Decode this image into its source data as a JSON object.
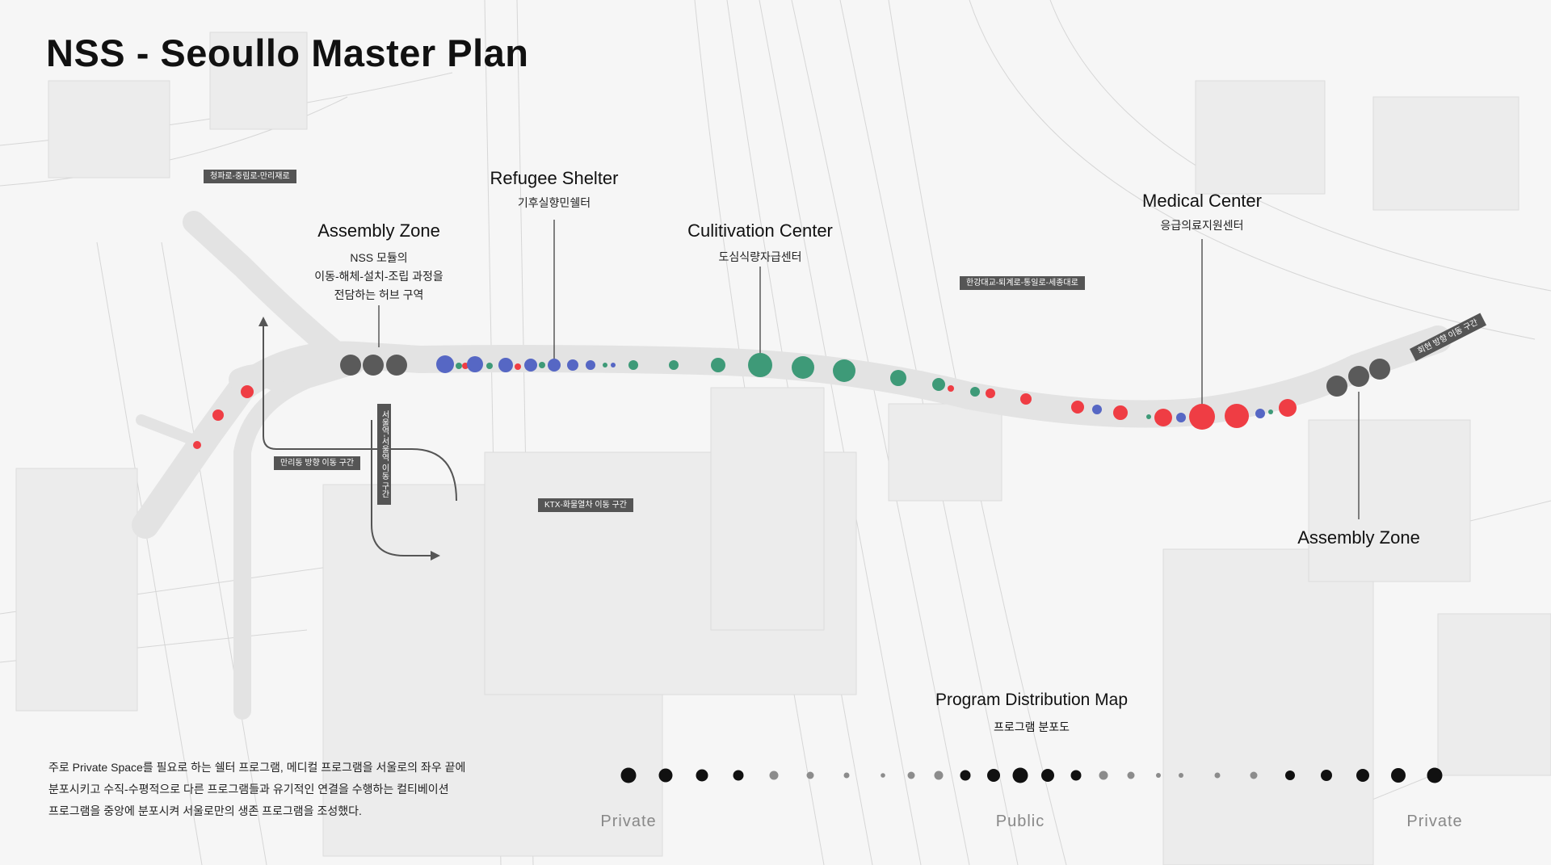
{
  "title": "NSS - Seoullo Master Plan",
  "callouts": [
    {
      "name": "assembly-zone-left",
      "en": "Assembly Zone",
      "ko": [
        "NSS 모듈의",
        "이동-해체-설치-조립 과정을",
        "전담하는 허브 구역"
      ]
    },
    {
      "name": "refugee-shelter",
      "en": "Refugee Shelter",
      "ko": [
        "기후실향민쉘터"
      ]
    },
    {
      "name": "cultivation-center",
      "en": "Culitivation Center",
      "ko": [
        "도심식량자급센터"
      ]
    },
    {
      "name": "medical-center",
      "en": "Medical Center",
      "ko": [
        "응급의료지원센터"
      ]
    },
    {
      "name": "assembly-zone-right",
      "en": "Assembly Zone",
      "ko": []
    }
  ],
  "road_tags": {
    "top_left": "청파로-중림로-만리재로",
    "mid_right": "한강대교-퇴계로-통일로-세종대로",
    "left_move": "만리동 방향 이동 구간",
    "seoul_station": "서울역-서울역 이동 구간",
    "ktx": "KTX-화물열차 이동 구간",
    "right_move": "회현 방향 이동 구간"
  },
  "description": [
    "주로 Private Space를 필요로 하는 쉘터 프로그램, 메디컬 프로그램을 서울로의 좌우 끝에",
    "분포시키고 수직-수평적으로 다른 프로그램들과 유기적인 연결을 수행하는 컬티베이션",
    "프로그램을 중앙에 분포시켜 서울로만의 생존 프로그램을 조성했다."
  ],
  "distribution": {
    "title": "Program Distribution Map",
    "subtitle": "프로그램 분포도",
    "labels": [
      "Private",
      "Public",
      "Private"
    ]
  },
  "colors": {
    "assembly": "#5a5a5a",
    "shelter": "#5667c4",
    "cultivation": "#3e9a78",
    "medical": "#ef3d44",
    "road": "#e2e2e2",
    "dark_dot": "#111111",
    "grey_dot": "#8c8c8c"
  }
}
